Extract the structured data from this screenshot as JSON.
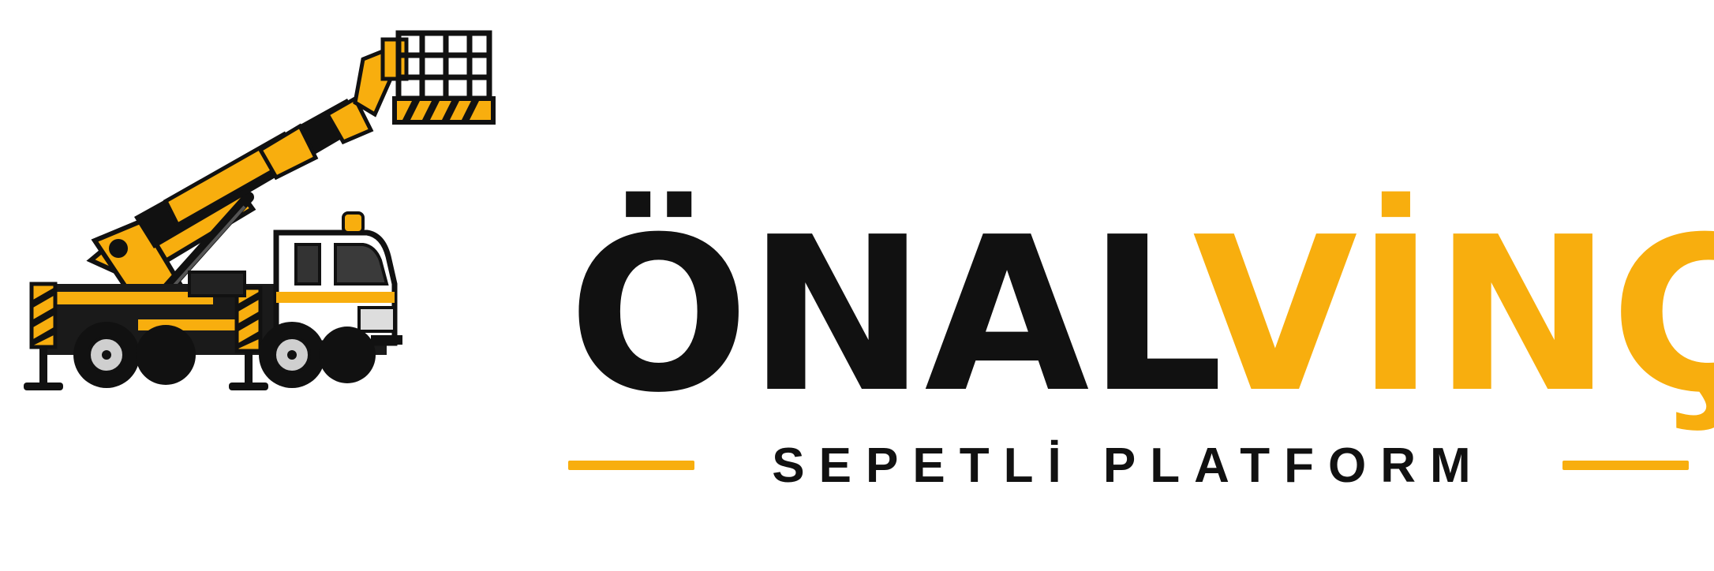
{
  "brand": {
    "name_part1": "ÖNAL",
    "name_part2": "VİNÇ",
    "tagline": "SEPETLİ PLATFORM"
  },
  "colors": {
    "accent": "#F8AE0E",
    "dark": "#111111",
    "background": "#FFFFFF"
  },
  "icons": {
    "vehicle": "bucket-truck-icon"
  }
}
